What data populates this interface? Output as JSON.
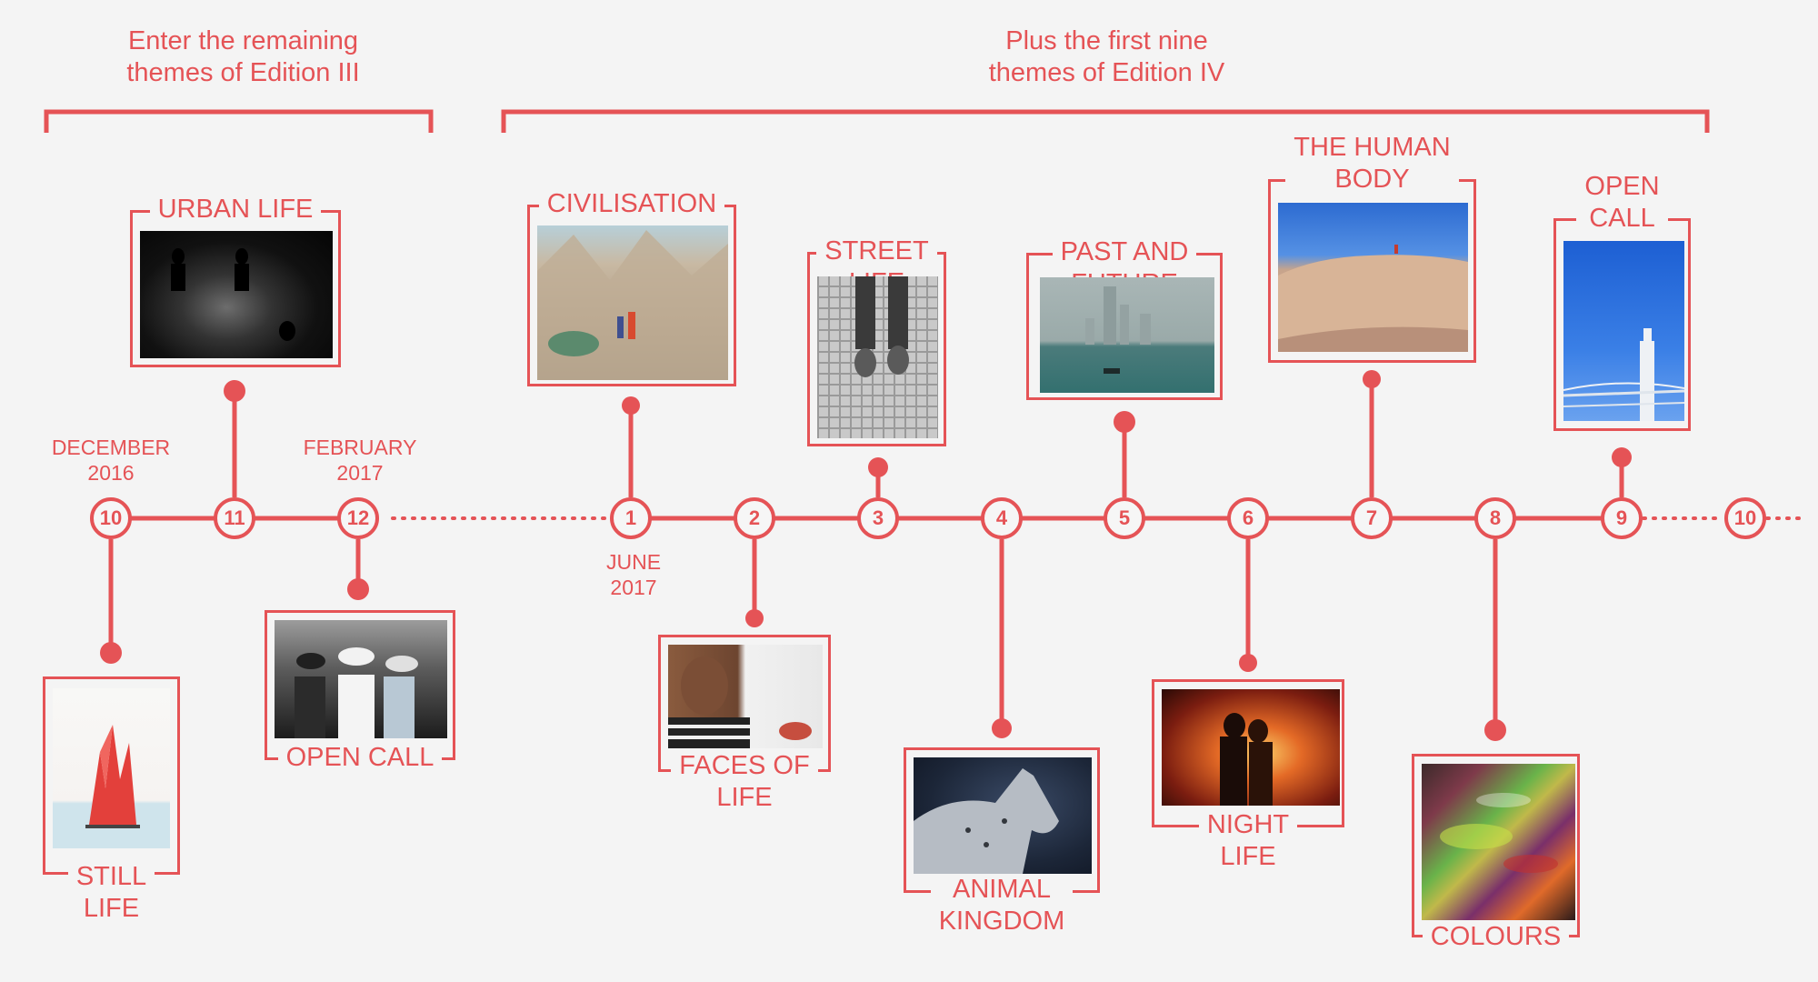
{
  "header_left": "Enter the remaining\nthemes of Edition III",
  "header_right": "Plus the first nine\nthemes of Edition IV",
  "dates": {
    "start": "DECEMBER\n2016",
    "feb": "FEBRUARY\n2017",
    "june": "JUNE\n2017"
  },
  "nodes": [
    "10",
    "11",
    "12",
    "1",
    "2",
    "3",
    "4",
    "5",
    "6",
    "7",
    "8",
    "9",
    "10"
  ],
  "themes": [
    {
      "label": "STILL\nLIFE",
      "photo": "red sculpture on white"
    },
    {
      "label": "URBAN LIFE",
      "photo": "silhouettes in shadows"
    },
    {
      "label": "OPEN CALL",
      "photo": "crowd at a race meeting"
    },
    {
      "label": "CIVILISATION",
      "photo": "rocky mountain valley with travellers"
    },
    {
      "label": "FACES OF\nLIFE",
      "photo": "woman portrait"
    },
    {
      "label": "STREET\nLIFE",
      "photo": "feet on tiled pavement"
    },
    {
      "label": "ANIMAL\nKINGDOM",
      "photo": "grey spotted horse"
    },
    {
      "label": "PAST AND\nFUTURE",
      "photo": "misty harbour skyline"
    },
    {
      "label": "NIGHT\nLIFE",
      "photo": "couple silhouetted by fire"
    },
    {
      "label": "THE HUMAN\nBODY",
      "photo": "body landscape under blue sky"
    },
    {
      "label": "COLOURS",
      "photo": "colourful motion blur"
    },
    {
      "label": "OPEN\nCALL",
      "photo": "statue against blue sky"
    }
  ],
  "colors": {
    "accent": "#e55356",
    "background": "#f4f4f4"
  }
}
